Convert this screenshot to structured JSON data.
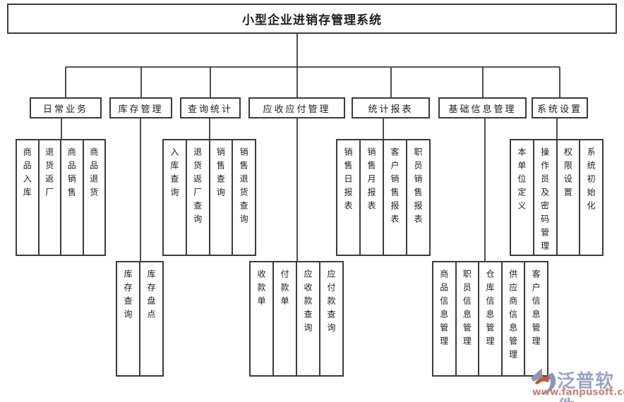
{
  "title": "小型企业进销存管理系统",
  "tree": {
    "branches": [
      {
        "label": "日常业务",
        "children": [
          "商品入库",
          "退货返厂",
          "商品销售",
          "商品退货"
        ]
      },
      {
        "label": "库存管理",
        "children": [
          "库存查询",
          "库存盘点"
        ]
      },
      {
        "label": "查询统计",
        "children": [
          "入库查询",
          "退货返厂查询",
          "销售查询",
          "销售退货查询"
        ]
      },
      {
        "label": "应收应付管理",
        "children": [
          "收款单",
          "付款单",
          "应收款查询",
          "应付款查询"
        ]
      },
      {
        "label": "统计报表",
        "children": [
          "销售日报表",
          "销售月报表",
          "客户销售报表",
          "职员销售报表"
        ]
      },
      {
        "label": "基础信息管理",
        "children": [
          "商品信息管理",
          "职员信息管理",
          "仓库信息管理",
          "供应商信息管理",
          "客户信息管理"
        ]
      },
      {
        "label": "系统设置",
        "children": [
          "本单位定义",
          "操作员及密码管理",
          "权限设置",
          "系统初始化"
        ]
      }
    ]
  },
  "watermark": {
    "brand": "泛普软件",
    "url": "www.fanpusoft.com",
    "brand_color": "#9aa4c6",
    "url_color": "#c4837a",
    "logo_icon": "fanpu-swirl-logo",
    "logo_blue": "#8697bc",
    "logo_orange": "#c85930",
    "line_color": "#3b3b3b"
  }
}
